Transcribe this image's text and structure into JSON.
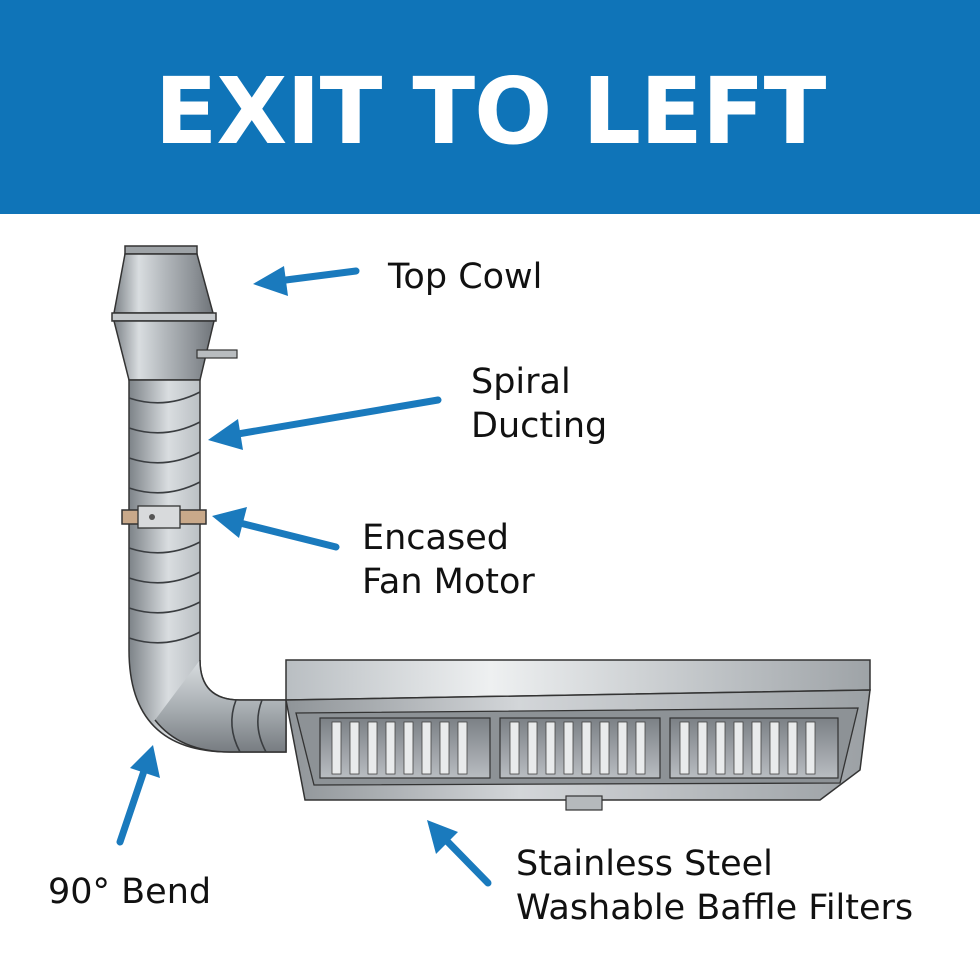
{
  "title": "EXIT TO LEFT",
  "colors": {
    "banner": "#0f74b8",
    "arrow": "#1a7abd",
    "text": "#111111",
    "steel": "#a9aeb3"
  },
  "labels": {
    "top_cowl": "Top Cowl",
    "spiral_ducting": [
      "Spiral",
      "Ducting"
    ],
    "fan_motor": [
      "Encased",
      "Fan Motor"
    ],
    "bend": "90° Bend",
    "filters": [
      "Stainless Steel",
      "Washable Baffle Filters"
    ]
  }
}
